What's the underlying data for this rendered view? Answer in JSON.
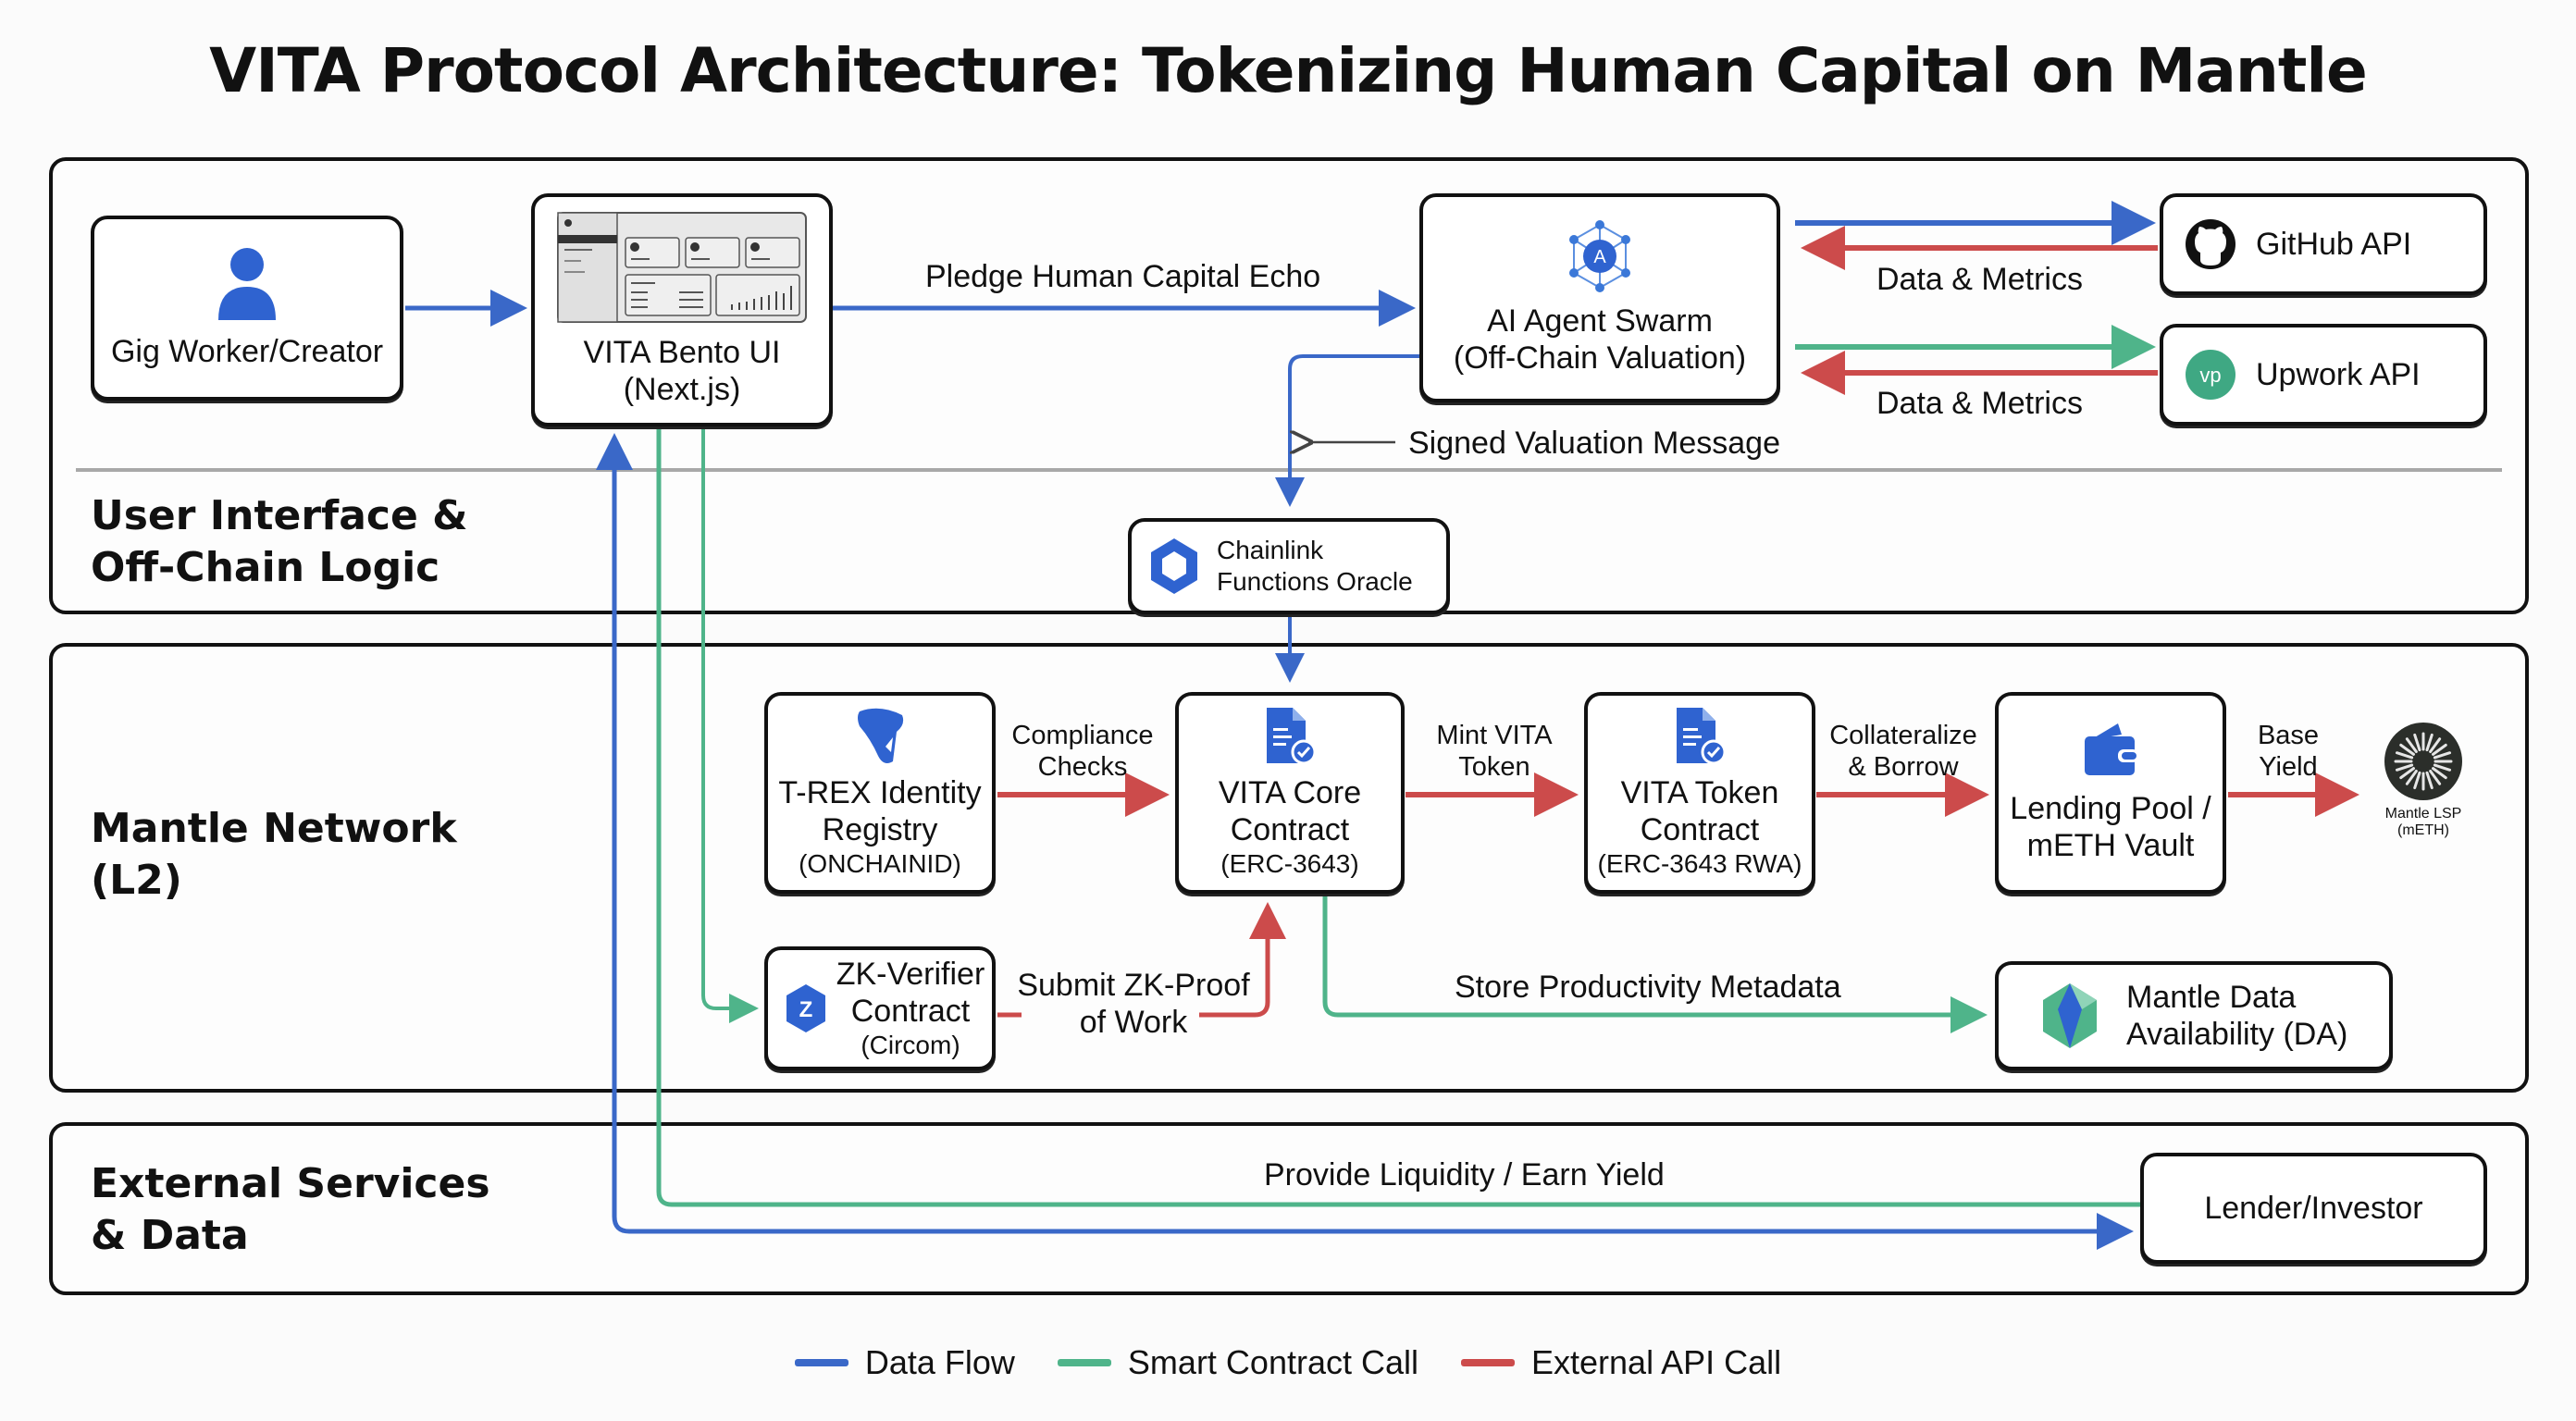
{
  "title": "VITA Protocol Architecture: Tokenizing Human Capital on Mantle",
  "colors": {
    "data_flow": "#3a68c8",
    "smart_contract_call": "#4fb48a",
    "external_api_call": "#cc4b4b",
    "icon_blue": "#2f63d0"
  },
  "sections": {
    "ui": {
      "label_line1": "User Interface &",
      "label_line2": "Off-Chain Logic"
    },
    "mantle": {
      "label_line1": "Mantle Network",
      "label_line2": "(L2)"
    },
    "external": {
      "label_line1": "External Services",
      "label_line2": "& Data"
    }
  },
  "nodes": {
    "gig_worker": {
      "label": "Gig Worker/Creator",
      "icon": "user-icon"
    },
    "bento_ui": {
      "label": "VITA Bento UI",
      "sub": "(Next.js)",
      "icon": "dashboard-mockup-icon"
    },
    "ai_agent": {
      "label": "AI Agent Swarm",
      "sub": "(Off-Chain Valuation)",
      "icon": "agent-network-icon"
    },
    "github": {
      "label": "GitHub API",
      "icon": "github-icon"
    },
    "upwork": {
      "label": "Upwork API",
      "icon": "upwork-icon"
    },
    "chainlink": {
      "label": "Chainlink",
      "sub": "Functions Oracle",
      "icon": "chainlink-icon"
    },
    "trex": {
      "label": "T-REX Identity",
      "label2": "Registry",
      "sub": "(ONCHAINID)",
      "icon": "trex-icon"
    },
    "vita_core": {
      "label": "VITA Core",
      "label2": "Contract",
      "sub": "(ERC-3643)",
      "icon": "contract-document-icon"
    },
    "vita_token": {
      "label": "VITA Token",
      "label2": "Contract",
      "sub": "(ERC-3643 RWA)",
      "icon": "contract-document-icon"
    },
    "lending_pool": {
      "label": "Lending Pool /",
      "label2": "mETH Vault",
      "icon": "wallet-icon"
    },
    "mantle_lsp": {
      "label": "Mantle LSP",
      "sub": "(mETH)",
      "icon": "meth-coin-icon"
    },
    "zk_verifier": {
      "label": "ZK-Verifier",
      "label2": "Contract",
      "sub": "(Circom)",
      "icon": "zk-icon"
    },
    "mantle_da": {
      "label": "Mantle Data",
      "label2": "Availability (DA)",
      "icon": "mantle-da-icon"
    },
    "lender": {
      "label": "Lender/Investor"
    }
  },
  "edges": {
    "pledge": "Pledge Human Capital Echo",
    "data_metrics_github": "Data & Metrics",
    "data_metrics_upwork": "Data & Metrics",
    "signed_valuation": "Signed Valuation Message",
    "compliance_1": "Compliance",
    "compliance_2": "Checks",
    "mint_1": "Mint VITA",
    "mint_2": "Token",
    "collateral_1": "Collateralize",
    "collateral_2": "& Borrow",
    "base_yield_1": "Base",
    "base_yield_2": "Yield",
    "zk_proof_1": "Submit ZK-Proof",
    "zk_proof_2": "of Work",
    "store_metadata": "Store Productivity Metadata",
    "provide_liquidity": "Provide Liquidity / Earn Yield"
  },
  "legend": [
    {
      "label": "Data Flow",
      "color": "#3a68c8"
    },
    {
      "label": "Smart Contract Call",
      "color": "#4fb48a"
    },
    {
      "label": "External API Call",
      "color": "#cc4b4b"
    }
  ]
}
